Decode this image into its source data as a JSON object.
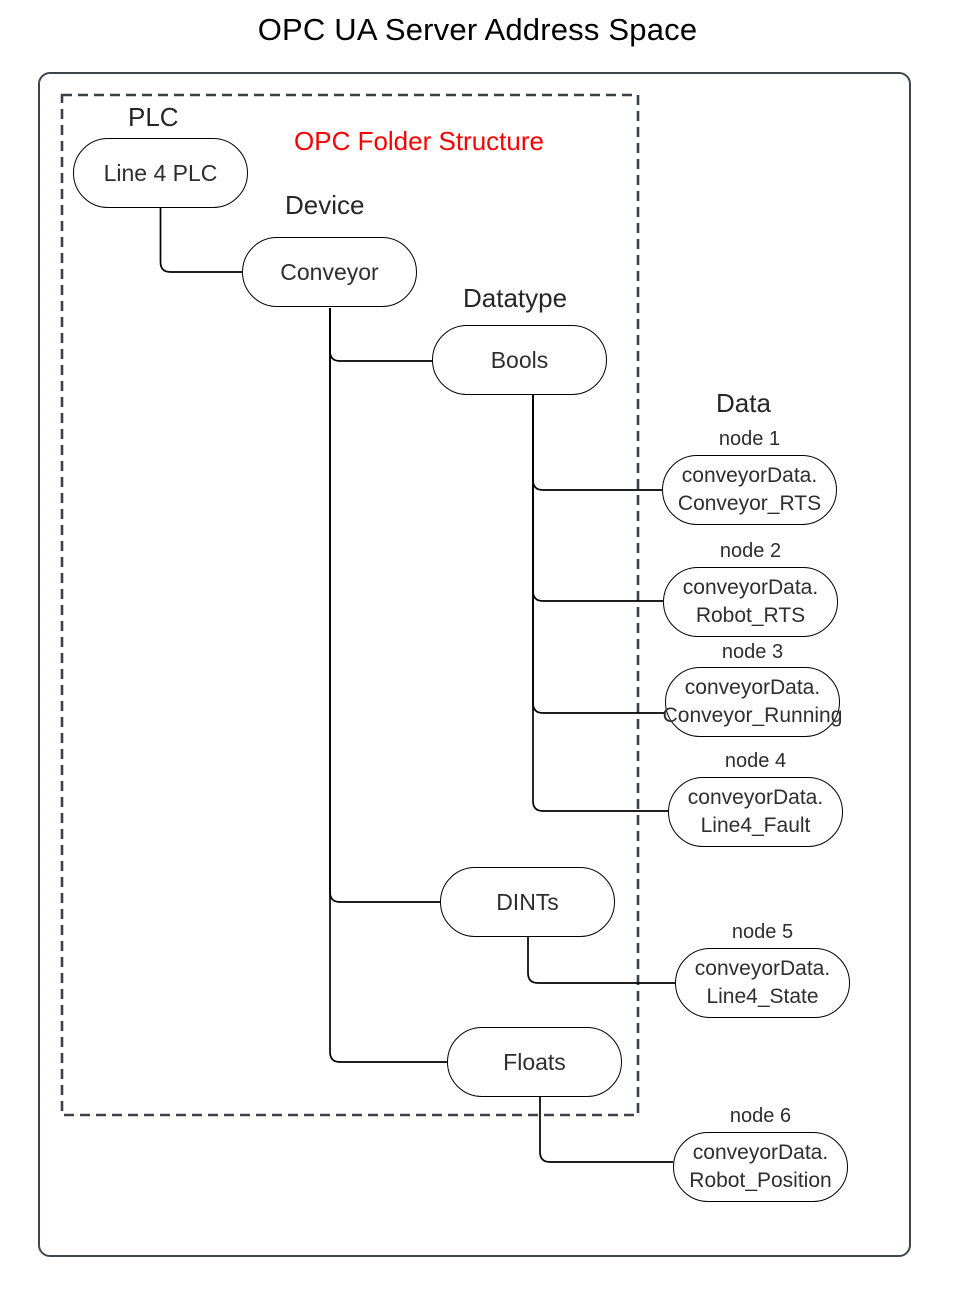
{
  "title": "OPC UA Server Address Space",
  "annotations": {
    "folder_structure_label": "OPC Folder Structure"
  },
  "column_labels": {
    "plc": "PLC",
    "device": "Device",
    "datatype": "Datatype",
    "data": "Data"
  },
  "folders": {
    "plc_node": "Line 4 PLC",
    "device_node": "Conveyor",
    "datatype_bools": "Bools",
    "datatype_dints": "DINTs",
    "datatype_floats": "Floats"
  },
  "data_nodes": {
    "node1": {
      "caption": "node 1",
      "line1": "conveyorData.",
      "line2": "Conveyor_RTS"
    },
    "node2": {
      "caption": "node 2",
      "line1": "conveyorData.",
      "line2": "Robot_RTS"
    },
    "node3": {
      "caption": "node 3",
      "line1": "conveyorData.",
      "line2": "Conveyor_Running"
    },
    "node4": {
      "caption": "node 4",
      "line1": "conveyorData.",
      "line2": "Line4_Fault"
    },
    "node5": {
      "caption": "node 5",
      "line1": "conveyorData.",
      "line2": "Line4_State"
    },
    "node6": {
      "caption": "node 6",
      "line1": "conveyorData.",
      "line2": "Robot_Position"
    }
  },
  "colors": {
    "annotation_red": "#f70000",
    "frame_border": "#3e454d",
    "node_border": "#000000",
    "text": "#2e2e2e",
    "background": "#ffffff"
  }
}
